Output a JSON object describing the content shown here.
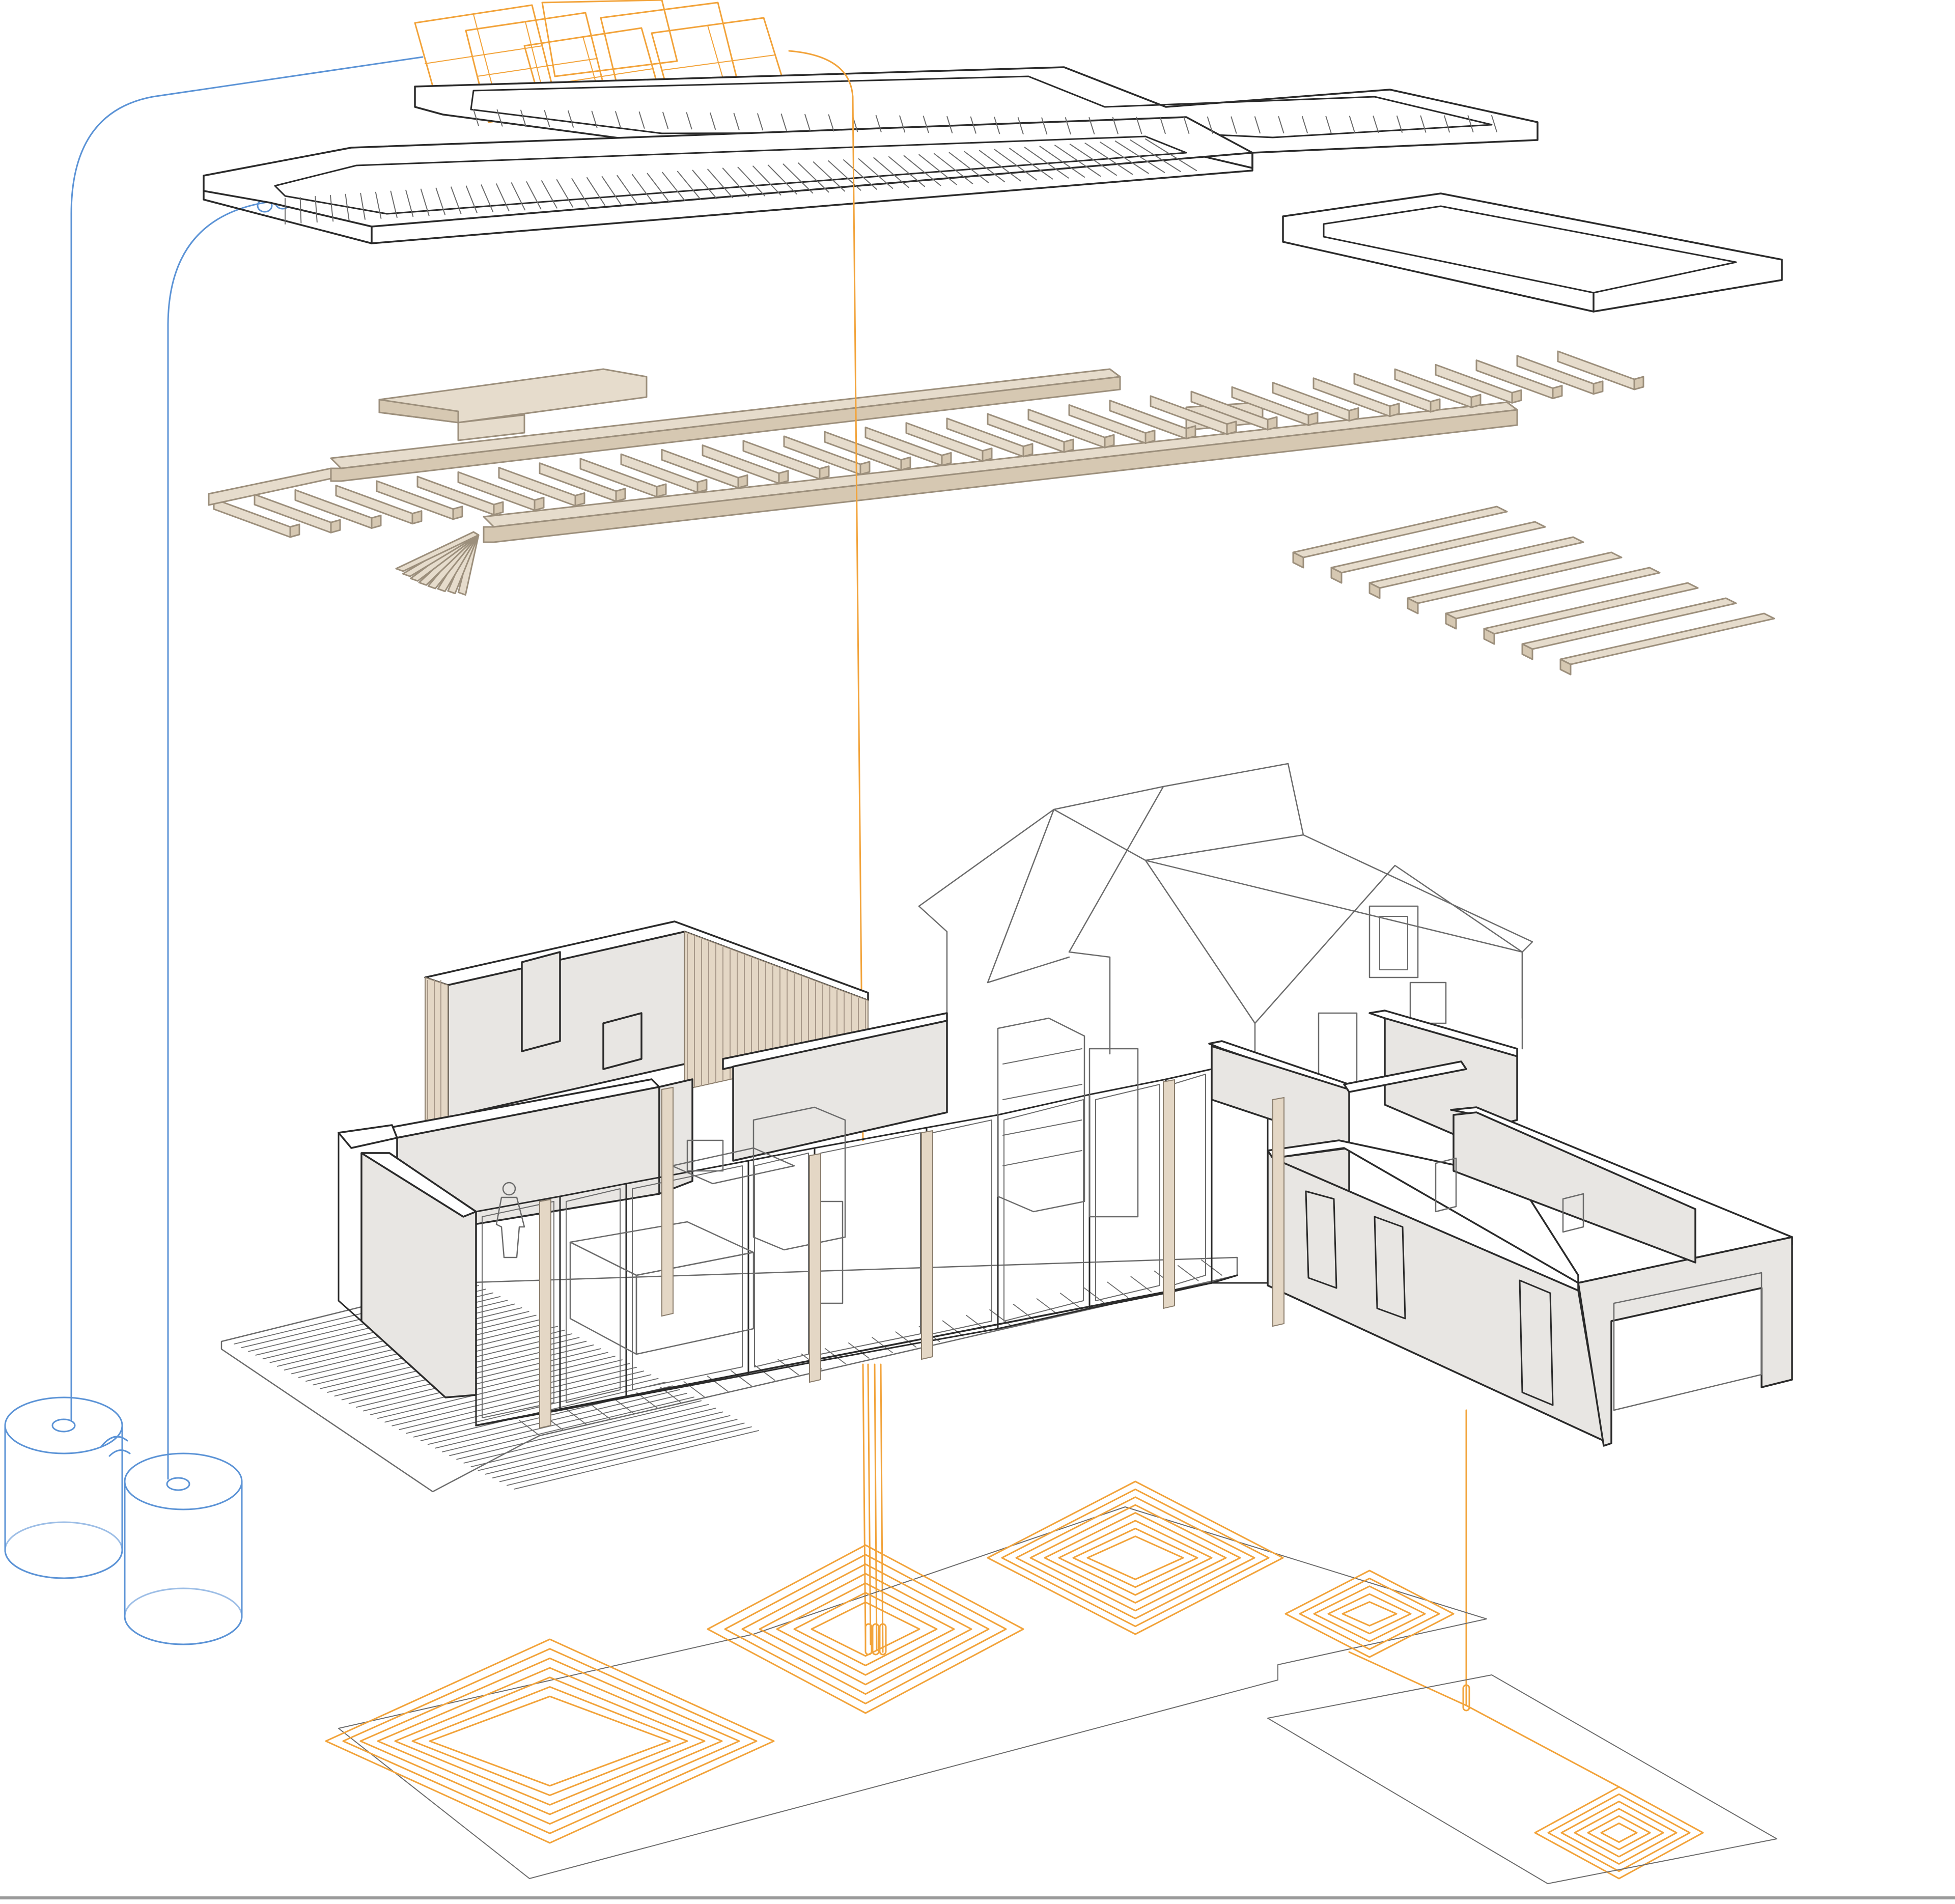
{
  "colors": {
    "background": "#ffffff",
    "structure_line": "#2a2a2a",
    "timber": "#e6dccc",
    "timber_edge": "#9c8f7c",
    "wall_fill": "#e8e6e3",
    "heating_pipe": "#f2a33a",
    "rainwater_pipe": "#5b93d6"
  },
  "layers": [
    {
      "key": "roof-solar",
      "icon": "solar-panel-icon"
    },
    {
      "key": "roof-slab",
      "icon": "roof-outline-icon"
    },
    {
      "key": "roof-slab-annex",
      "icon": "roof-outline-icon"
    },
    {
      "key": "timber-frame",
      "icon": "timber-beam-icon"
    },
    {
      "key": "timber-joists-annex",
      "icon": "timber-beam-icon"
    },
    {
      "key": "ground-floor",
      "icon": "house-icon"
    },
    {
      "key": "underfloor-heating",
      "icon": "heating-coil-icon"
    },
    {
      "key": "rainwater-tanks",
      "icon": "water-tank-icon"
    }
  ]
}
